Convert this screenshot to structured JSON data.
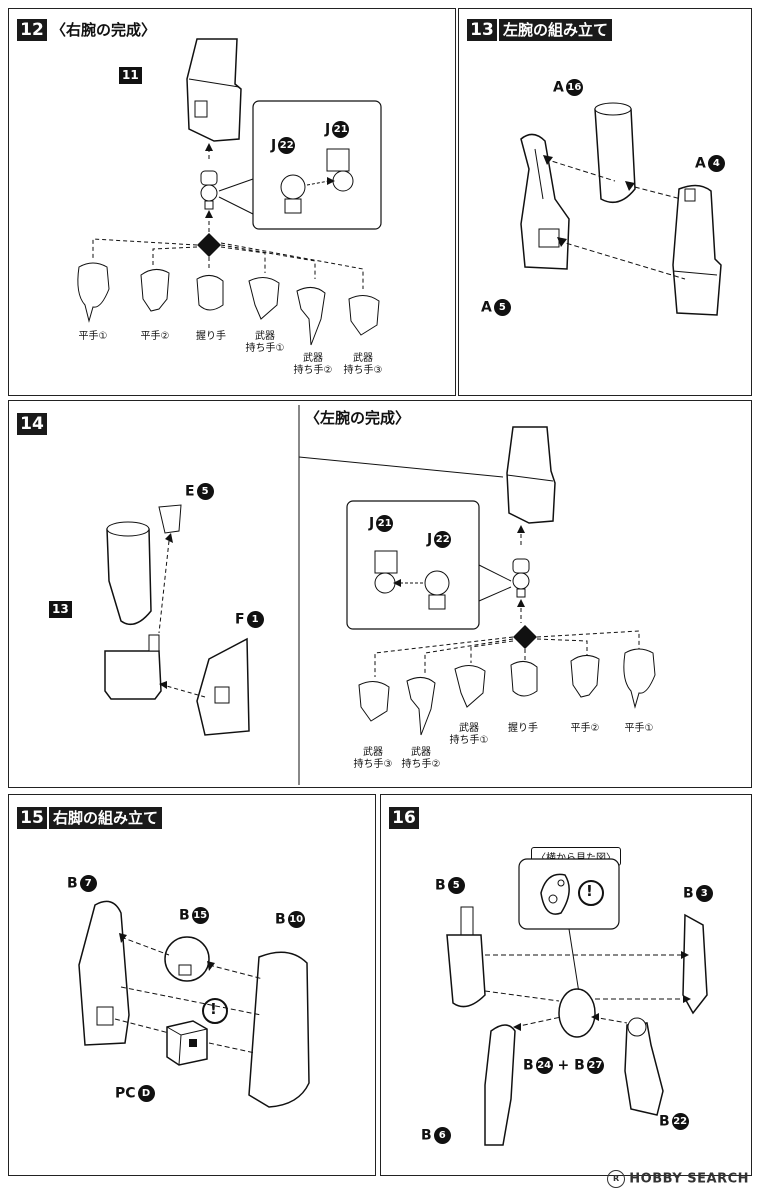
{
  "step12": {
    "num": "12",
    "title": "〈右腕の完成〉",
    "part": "11",
    "j22": "J",
    "j22n": "22",
    "j21": "J",
    "j21n": "21",
    "hands": [
      "平手①",
      "平手②",
      "握り手",
      "武器\n持ち手①",
      "武器\n持ち手②",
      "武器\n持ち手③"
    ]
  },
  "step13": {
    "num": "13",
    "title": "左腕の組み立て",
    "a16": "A",
    "a16n": "16",
    "a4": "A",
    "a4n": "4",
    "a5": "A",
    "a5n": "5"
  },
  "step14": {
    "num": "14",
    "title": "〈左腕の完成〉",
    "part13": "13",
    "e5": "E",
    "e5n": "5",
    "f1": "F",
    "f1n": "1",
    "j21": "J",
    "j21n": "21",
    "j22": "J",
    "j22n": "22",
    "hands": [
      "武器\n持ち手③",
      "武器\n持ち手②",
      "武器\n持ち手①",
      "握り手",
      "平手②",
      "平手①"
    ]
  },
  "step15": {
    "num": "15",
    "title": "右脚の組み立て",
    "b7": "B",
    "b7n": "7",
    "b15": "B",
    "b15n": "15",
    "b10": "B",
    "b10n": "10",
    "pcd": "PC",
    "pcdn": "D",
    "caution": "!"
  },
  "step16": {
    "num": "16",
    "side_view": "〈横から見た図〉",
    "b5": "B",
    "b5n": "5",
    "b3": "B",
    "b3n": "3",
    "b6": "B",
    "b6n": "6",
    "b24": "B",
    "b24n": "24",
    "plus": "+",
    "b27": "B",
    "b27n": "27",
    "b22": "B",
    "b22n": "22",
    "caution": "!"
  },
  "watermark": {
    "r": "R",
    "text": "HOBBY SEARCH"
  },
  "icon_names": [
    "caution-icon",
    "parts-diamond-icon"
  ]
}
